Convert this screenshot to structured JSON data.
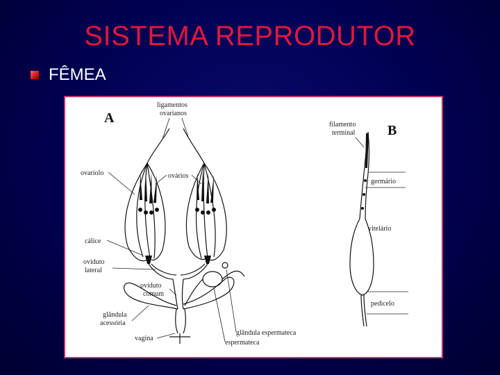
{
  "slide": {
    "title": "SISTEMA REPRODUTOR",
    "bullet": "FÊMEA"
  },
  "figure": {
    "panel_a": {
      "letter": "A",
      "labels": {
        "ligamentos_1": "ligamentos",
        "ligamentos_2": "ovarianos",
        "ovariolo": "ovaríolo",
        "ovarios": "ovários",
        "calice": "cálice",
        "oviduto_lateral_1": "oviduto",
        "oviduto_lateral_2": "lateral",
        "oviduto_comum_1": "oviduto",
        "oviduto_comum_2": "comum",
        "glandula_acessoria_1": "glândula",
        "glandula_acessoria_2": "acessória",
        "vagina": "vagina",
        "glandula_espermateca": "glândula espermateca",
        "espermateca": "espermateca"
      }
    },
    "panel_b": {
      "letter": "B",
      "labels": {
        "filamento_1": "filamento",
        "filamento_2": "terminal",
        "germario": "germário",
        "vitelario": "vitelário",
        "pedicelo": "pedicelo"
      }
    }
  },
  "colors": {
    "title": "#e0183a",
    "background": "#000050",
    "figure_border": "#c4366a"
  }
}
